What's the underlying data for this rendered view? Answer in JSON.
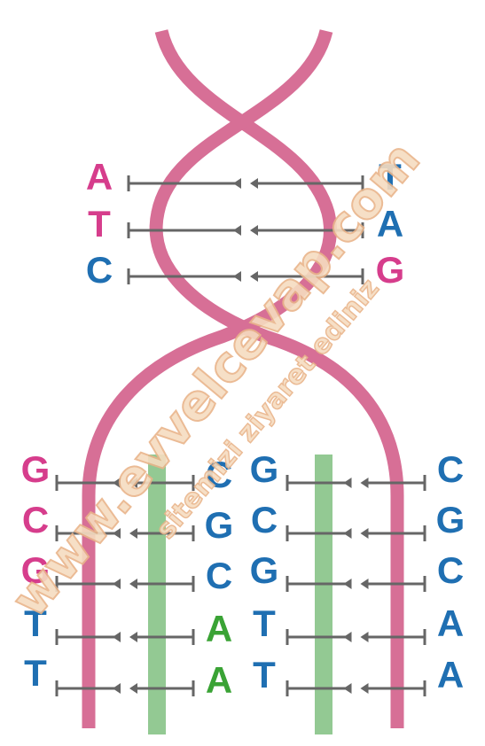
{
  "colors": {
    "strand": "#d76f96",
    "new_strand": "#93c993",
    "pink_letter": "#d63d8c",
    "blue_letter": "#1f6fb2",
    "green_letter": "#3aa335",
    "bond": "#666666",
    "watermark_fill": "#f6dcc0",
    "watermark_stroke": "#e9b48a"
  },
  "top_pairs": [
    {
      "left": "A",
      "left_color": "pink",
      "right": "T",
      "right_color": "blue"
    },
    {
      "left": "T",
      "left_color": "pink",
      "right": "A",
      "right_color": "blue"
    },
    {
      "left": "C",
      "left_color": "blue",
      "right": "G",
      "right_color": "pink"
    }
  ],
  "left_strand_pairs": [
    {
      "old": "G",
      "old_color": "pink",
      "new": "C",
      "new_color": "blue"
    },
    {
      "old": "C",
      "old_color": "pink",
      "new": "G",
      "new_color": "blue"
    },
    {
      "old": "G",
      "old_color": "pink",
      "new": "C",
      "new_color": "blue"
    },
    {
      "old": "T",
      "old_color": "blue",
      "new": "A",
      "new_color": "green"
    },
    {
      "old": "T",
      "old_color": "blue",
      "new": "A",
      "new_color": "green"
    }
  ],
  "right_strand_pairs": [
    {
      "new": "G",
      "new_color": "blue",
      "old": "C",
      "old_color": "blue"
    },
    {
      "new": "C",
      "new_color": "blue",
      "old": "G",
      "old_color": "blue"
    },
    {
      "new": "G",
      "new_color": "blue",
      "old": "C",
      "old_color": "blue"
    },
    {
      "new": "T",
      "new_color": "blue",
      "old": "A",
      "old_color": "blue"
    },
    {
      "new": "T",
      "new_color": "blue",
      "old": "A",
      "old_color": "blue"
    }
  ],
  "watermark": {
    "main": "www.evvelcevap.com",
    "sub": "sitemizi ziyaret ediniz"
  }
}
